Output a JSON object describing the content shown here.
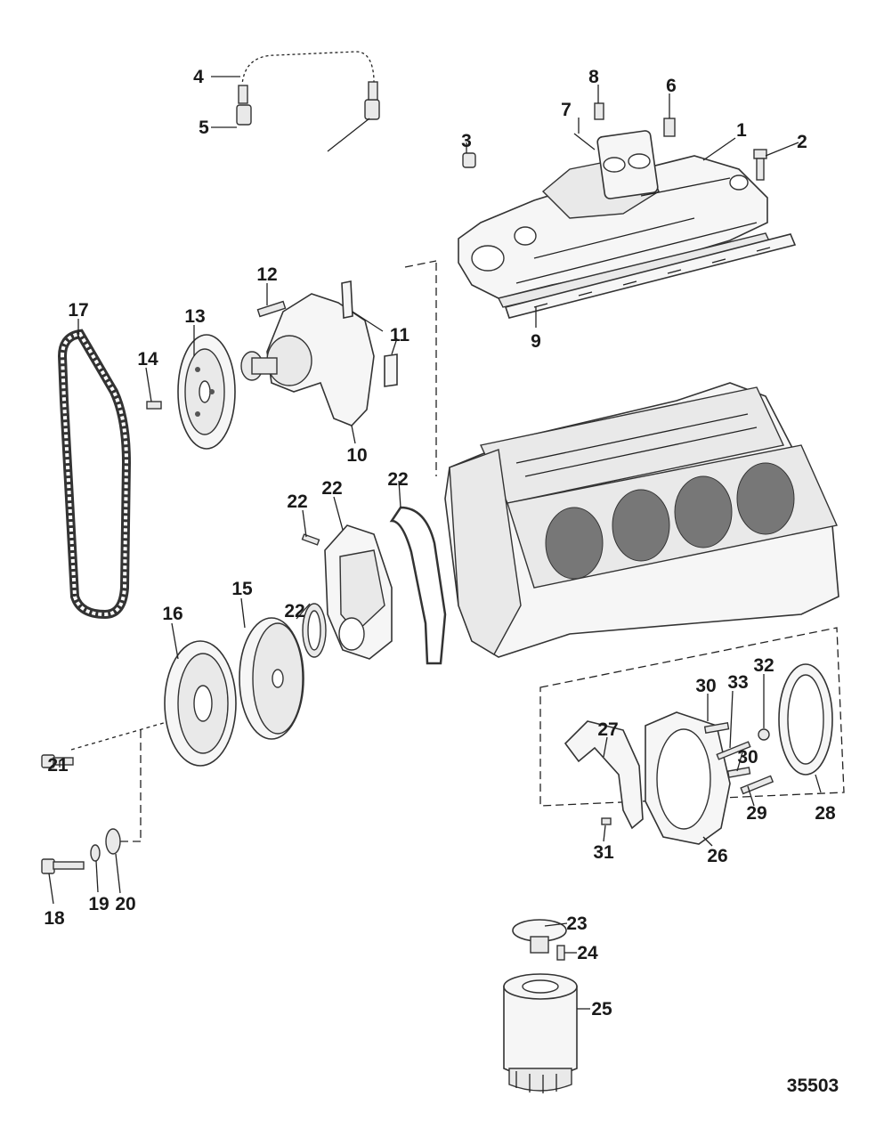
{
  "diagram": {
    "reference_number": "35503",
    "callouts": [
      "1",
      "2",
      "3",
      "4",
      "5",
      "6",
      "7",
      "8",
      "9",
      "10",
      "11",
      "12",
      "13",
      "14",
      "15",
      "16",
      "17",
      "18",
      "19",
      "20",
      "21",
      "22",
      "22",
      "22",
      "22",
      "23",
      "24",
      "25",
      "26",
      "27",
      "28",
      "29",
      "30",
      "30",
      "31",
      "32",
      "33"
    ]
  }
}
